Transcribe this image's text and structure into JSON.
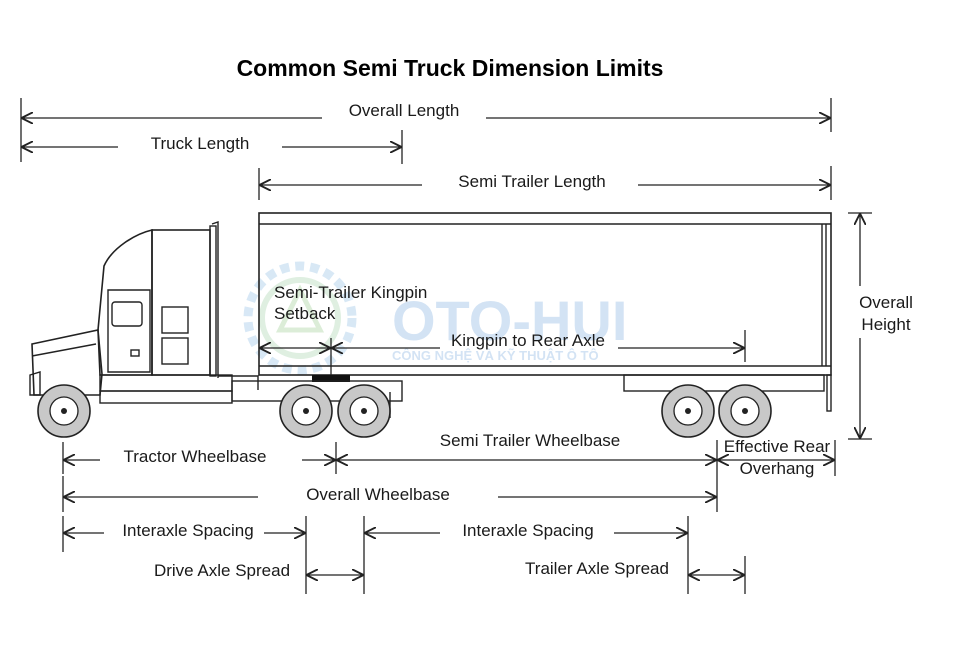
{
  "title": "Common Semi Truck Dimension Limits",
  "labels": {
    "overall_length": "Overall Length",
    "truck_length": "Truck Length",
    "semi_trailer_length": "Semi Trailer Length",
    "kingpin_setback_line1": "Semi-Trailer Kingpin",
    "kingpin_setback_line2": "Setback",
    "kingpin_to_rear_axle": "Kingpin to Rear Axle",
    "overall_height_line1": "Overall",
    "overall_height_line2": "Height",
    "tractor_wheelbase": "Tractor Wheelbase",
    "semi_trailer_wheelbase": "Semi Trailer Wheelbase",
    "effective_rear_overhang_line1": "Effective Rear",
    "effective_rear_overhang_line2": "Overhang",
    "overall_wheelbase": "Overall Wheelbase",
    "interaxle_spacing_left": "Interaxle Spacing",
    "interaxle_spacing_right": "Interaxle Spacing",
    "drive_axle_spread": "Drive Axle Spread",
    "trailer_axle_spread": "Trailer Axle Spread"
  },
  "watermark": {
    "brand": "OTO-HUI",
    "tagline": "CÔNG NGHỆ VÀ KỸ THUẬT Ô TÔ"
  },
  "colors": {
    "line": "#222222",
    "tire": "#c8c8c8",
    "watermark_blue": "#cfe0f3",
    "watermark_green": "#d9ecd4"
  }
}
